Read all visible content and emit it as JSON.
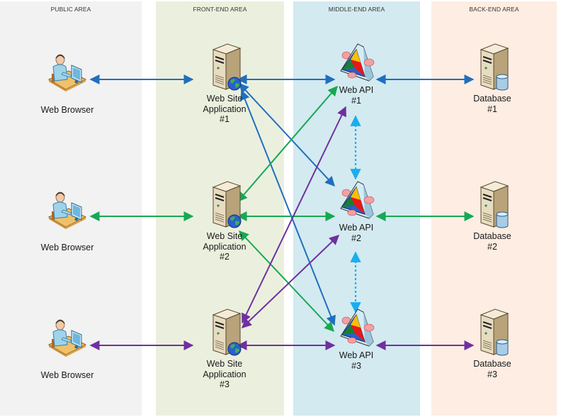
{
  "colors": {
    "public_lane": "#f2f2f2",
    "frontend_lane": "#ebf0de",
    "middle_lane": "#d3eaf0",
    "backend_lane": "#fdede2",
    "blue": "#1f6fbf",
    "green": "#17a853",
    "purple": "#7030a0",
    "cyan": "#19aef0"
  },
  "lanes": [
    {
      "id": "public",
      "title": "PUBLIC AREA"
    },
    {
      "id": "frontend",
      "title": "FRONT-END AREA"
    },
    {
      "id": "middle",
      "title": "MIDDLE-END AREA"
    },
    {
      "id": "backend",
      "title": "BACK-END AREA"
    }
  ],
  "nodes": {
    "browsers": [
      {
        "id": "browser-1",
        "label": "Web Browser",
        "icon": "user-workstation-icon"
      },
      {
        "id": "browser-2",
        "label": "Web Browser",
        "icon": "user-workstation-icon"
      },
      {
        "id": "browser-3",
        "label": "Web Browser",
        "icon": "user-workstation-icon"
      }
    ],
    "websites": [
      {
        "id": "website-1",
        "label": "Web Site\nApplication\n#1",
        "icon": "web-server-icon"
      },
      {
        "id": "website-2",
        "label": "Web Site\nApplication\n#2",
        "icon": "web-server-icon"
      },
      {
        "id": "website-3",
        "label": "Web Site\nApplication\n#3",
        "icon": "web-server-icon"
      }
    ],
    "apis": [
      {
        "id": "api-1",
        "label": "Web API\n#1",
        "icon": "web-service-icon"
      },
      {
        "id": "api-2",
        "label": "Web API\n#2",
        "icon": "web-service-icon"
      },
      {
        "id": "api-3",
        "label": "Web API\n#3",
        "icon": "web-service-icon"
      }
    ],
    "databases": [
      {
        "id": "database-1",
        "label": "Database\n#1",
        "icon": "database-server-icon"
      },
      {
        "id": "database-2",
        "label": "Database\n#2",
        "icon": "database-server-icon"
      },
      {
        "id": "database-3",
        "label": "Database\n#3",
        "icon": "database-server-icon"
      }
    ]
  },
  "connections": [
    {
      "from": "browser-1",
      "to": "website-1",
      "color": "blue",
      "style": "solid",
      "bidirectional": true
    },
    {
      "from": "website-1",
      "to": "api-1",
      "color": "blue",
      "style": "solid",
      "bidirectional": true
    },
    {
      "from": "api-1",
      "to": "database-1",
      "color": "blue",
      "style": "solid",
      "bidirectional": true
    },
    {
      "from": "website-1",
      "to": "api-2",
      "color": "blue",
      "style": "solid",
      "bidirectional": true
    },
    {
      "from": "website-1",
      "to": "api-3",
      "color": "blue",
      "style": "solid",
      "bidirectional": true
    },
    {
      "from": "browser-2",
      "to": "website-2",
      "color": "green",
      "style": "solid",
      "bidirectional": true
    },
    {
      "from": "website-2",
      "to": "api-2",
      "color": "green",
      "style": "solid",
      "bidirectional": true
    },
    {
      "from": "api-2",
      "to": "database-2",
      "color": "green",
      "style": "solid",
      "bidirectional": true
    },
    {
      "from": "website-2",
      "to": "api-1",
      "color": "green",
      "style": "solid",
      "bidirectional": true
    },
    {
      "from": "website-2",
      "to": "api-3",
      "color": "green",
      "style": "solid",
      "bidirectional": true
    },
    {
      "from": "browser-3",
      "to": "website-3",
      "color": "purple",
      "style": "solid",
      "bidirectional": true
    },
    {
      "from": "website-3",
      "to": "api-3",
      "color": "purple",
      "style": "solid",
      "bidirectional": true
    },
    {
      "from": "api-3",
      "to": "database-3",
      "color": "purple",
      "style": "solid",
      "bidirectional": true
    },
    {
      "from": "website-3",
      "to": "api-1",
      "color": "purple",
      "style": "solid",
      "bidirectional": true
    },
    {
      "from": "website-3",
      "to": "api-2",
      "color": "purple",
      "style": "solid",
      "bidirectional": true
    },
    {
      "from": "api-1",
      "to": "api-2",
      "color": "cyan",
      "style": "dashed",
      "bidirectional": true
    },
    {
      "from": "api-2",
      "to": "api-3",
      "color": "cyan",
      "style": "dashed",
      "bidirectional": true
    }
  ]
}
